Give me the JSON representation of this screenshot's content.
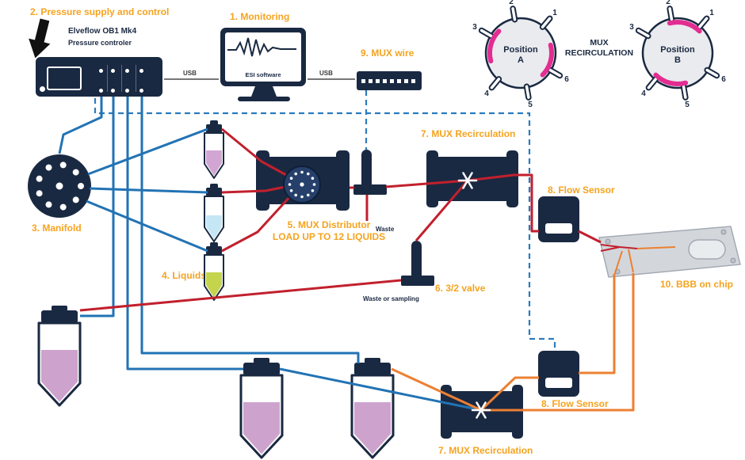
{
  "colors": {
    "navy": "#1A2942",
    "label_orange": "#F5A31F",
    "pressure_blue": "#2273B4",
    "liquid_red": "#C2202D",
    "recirculation_orange": "#EC8032",
    "valve_magenta": "#E32D91",
    "liquid_pink": "#D2A6D2",
    "liquid_lightblue": "#C5E6F5",
    "liquid_green": "#C4D44D"
  },
  "labels": {
    "monitoring": "1. Monitoring",
    "pressure_supply": "2. Pressure supply and control",
    "manifold": "3. Manifold",
    "liquids": "4. Liquids",
    "mux_distributor": "5. MUX Distributor",
    "load_up_to": "LOAD UP TO 12 LIQUIDS",
    "valve_32": "6. 3/2 valve",
    "mux_recirculation_top": "7. MUX Recirculation",
    "mux_recirculation_bottom": "7. MUX Recirculation",
    "flow_sensor_top": "8. Flow Sensor",
    "flow_sensor_bottom": "8. Flow Sensor",
    "mux_wire": "9. MUX wire",
    "bbb_on_chip": "10. BBB on chip"
  },
  "ob1": {
    "name": "Elveflow OB1 Mk4",
    "subtitle": "Pressure controler"
  },
  "monitor": {
    "software": "ESI software"
  },
  "usb": {
    "left": "USB",
    "right": "USB"
  },
  "waste": {
    "distributor_line": "Waste",
    "valve_line": "Waste or sampling"
  },
  "mux_valve_diagram": {
    "title_line1": "MUX",
    "title_line2": "RECIRCULATION",
    "ports": [
      "1",
      "2",
      "3",
      "4",
      "5",
      "6"
    ],
    "position_a": {
      "label": "Position",
      "letter": "A"
    },
    "position_b": {
      "label": "Position",
      "letter": "B"
    }
  }
}
